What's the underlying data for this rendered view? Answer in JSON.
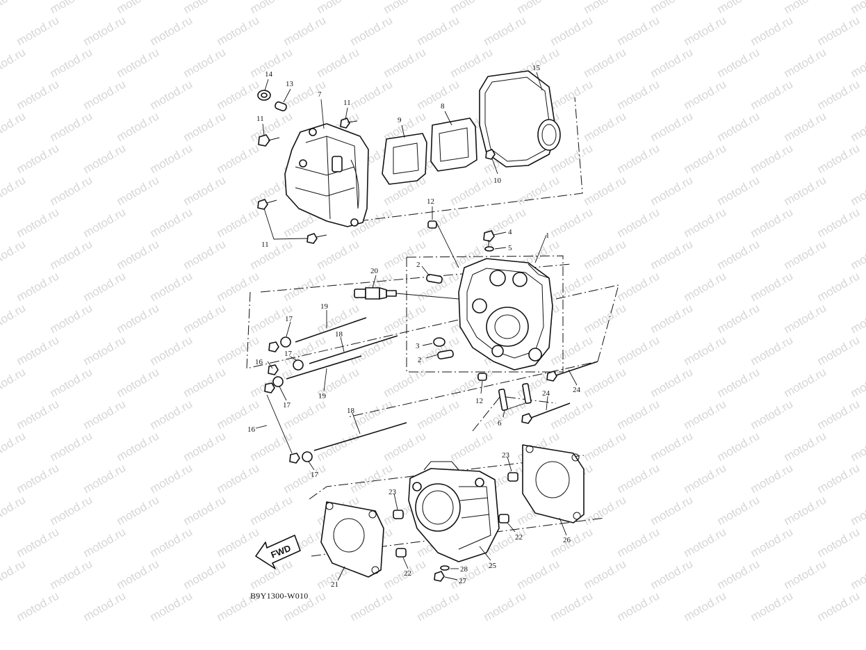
{
  "diagram_code": "B9Y1300-W010",
  "fwd_label": "FWD",
  "watermark_text": "motod.ru",
  "colors": {
    "line": "#111111",
    "watermark": "#d6d6d6",
    "background": "#ffffff"
  },
  "callouts": [
    {
      "id": "c14",
      "text": "14"
    },
    {
      "id": "c13",
      "text": "13"
    },
    {
      "id": "c7",
      "text": "7"
    },
    {
      "id": "c11a",
      "text": "11"
    },
    {
      "id": "c11b",
      "text": "11"
    },
    {
      "id": "c11c",
      "text": "11"
    },
    {
      "id": "c9",
      "text": "9"
    },
    {
      "id": "c8",
      "text": "8"
    },
    {
      "id": "c15",
      "text": "15"
    },
    {
      "id": "c10",
      "text": "10"
    },
    {
      "id": "c12a",
      "text": "12"
    },
    {
      "id": "c12b",
      "text": "12"
    },
    {
      "id": "c4",
      "text": "4"
    },
    {
      "id": "c5",
      "text": "5"
    },
    {
      "id": "c1",
      "text": "1"
    },
    {
      "id": "c20",
      "text": "20"
    },
    {
      "id": "c2a",
      "text": "2"
    },
    {
      "id": "c2b",
      "text": "2"
    },
    {
      "id": "c3",
      "text": "3"
    },
    {
      "id": "c19a",
      "text": "19"
    },
    {
      "id": "c19b",
      "text": "19"
    },
    {
      "id": "c17a",
      "text": "17"
    },
    {
      "id": "c17b",
      "text": "17"
    },
    {
      "id": "c17c",
      "text": "17"
    },
    {
      "id": "c17d",
      "text": "17"
    },
    {
      "id": "c18a",
      "text": "18"
    },
    {
      "id": "c18b",
      "text": "18"
    },
    {
      "id": "c16a",
      "text": "16"
    },
    {
      "id": "c16b",
      "text": "16"
    },
    {
      "id": "c24a",
      "text": "24"
    },
    {
      "id": "c24b",
      "text": "24"
    },
    {
      "id": "c6",
      "text": "6"
    },
    {
      "id": "c23a",
      "text": "23"
    },
    {
      "id": "c23b",
      "text": "23"
    },
    {
      "id": "c22a",
      "text": "22"
    },
    {
      "id": "c22b",
      "text": "22"
    },
    {
      "id": "c26",
      "text": "26"
    },
    {
      "id": "c25",
      "text": "25"
    },
    {
      "id": "c28",
      "text": "28"
    },
    {
      "id": "c27",
      "text": "27"
    },
    {
      "id": "c21",
      "text": "21"
    }
  ]
}
